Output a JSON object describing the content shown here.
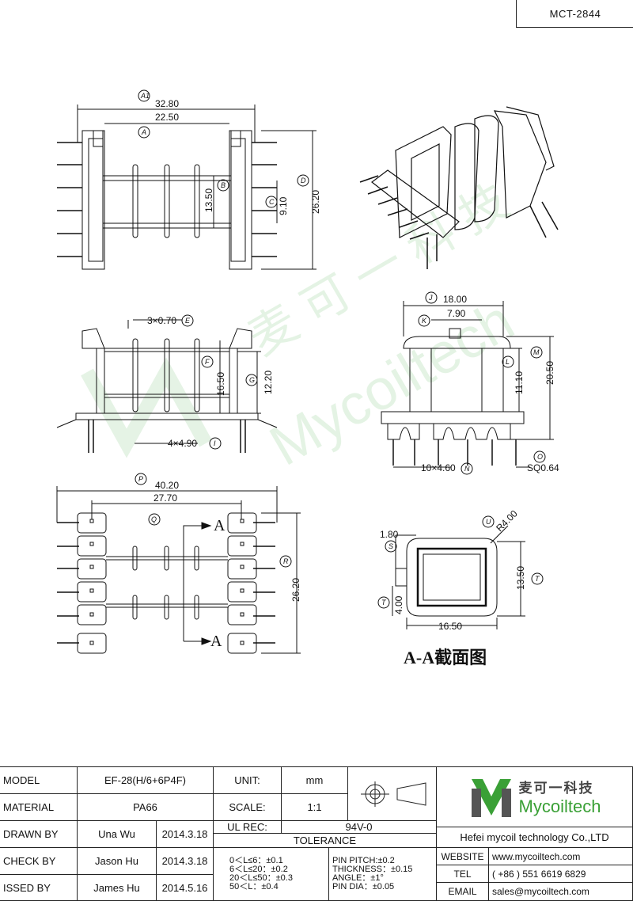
{
  "part_number": "MCT-2844",
  "views": {
    "top": {
      "dims": [
        "32.80",
        "22.50",
        "13.50",
        "9.10",
        "26.20"
      ],
      "markers": [
        "A1",
        "A",
        "B",
        "C",
        "D"
      ]
    },
    "front": {
      "dims": [
        "3×0.70",
        "16.50",
        "12.20",
        "4×4.90"
      ],
      "markers": [
        "E",
        "F",
        "G",
        "I"
      ]
    },
    "side": {
      "dims": [
        "18.00",
        "7.90",
        "11.10",
        "20.50",
        "10×4.60",
        "SQ0.64"
      ],
      "markers": [
        "J",
        "K",
        "L",
        "M",
        "N",
        "O"
      ]
    },
    "bottom": {
      "dims": [
        "40.20",
        "27.70",
        "26.20"
      ],
      "markers": [
        "P",
        "Q",
        "R"
      ],
      "section_letter": "A"
    },
    "section": {
      "dims": [
        "1.80",
        "R4.00",
        "13.50",
        "4.00",
        "16.50"
      ],
      "markers": [
        "S",
        "U",
        "T",
        "T"
      ],
      "title": "A-A截面图"
    }
  },
  "watermark": {
    "cn": "麦 可 一 科 技",
    "en": "Mycoiltech"
  },
  "title_block": {
    "model_label": "MODEL",
    "model_value": "EF-28(H/6+6P4F)",
    "unit_label": "UNIT:",
    "unit_value": "mm",
    "material_label": "MATERIAL",
    "material_value": "PA66",
    "scale_label": "SCALE:",
    "scale_value": "1:1",
    "drawn_label": "DRAWN BY",
    "drawn_name": "Una Wu",
    "drawn_date": "2014.3.18",
    "ul_label": "UL REC:",
    "ul_value": "94V-0",
    "tolerance_label": "TOLERANCE",
    "check_label": "CHECK BY",
    "check_name": "Jason Hu",
    "check_date": "2014.3.18",
    "issued_label": "ISSED BY",
    "issued_name": "James Hu",
    "issued_date": "2014.5.16",
    "tol_rows": [
      "0＜L≤6：±0.1",
      "6＜L≤20：±0.2",
      "20＜L≤50：±0.3",
      "50＜L：±0.4"
    ],
    "tol_right": [
      "PIN PITCH:±0.2",
      "THICKNESS：±0.15",
      "ANGLE：±1°",
      "PIN DIA：±0.05"
    ],
    "company_cn": "麦可一科技",
    "company_en": "Mycoiltech",
    "company_full": "Hefei mycoil technology Co.,LTD",
    "website_label": "WEBSITE",
    "website_value": "www.mycoiltech.com",
    "tel_label": "TEL",
    "tel_value": "( +86 ) 551 6619 6829",
    "email_label": "EMAIL",
    "email_value": "sales@mycoiltech.com"
  }
}
